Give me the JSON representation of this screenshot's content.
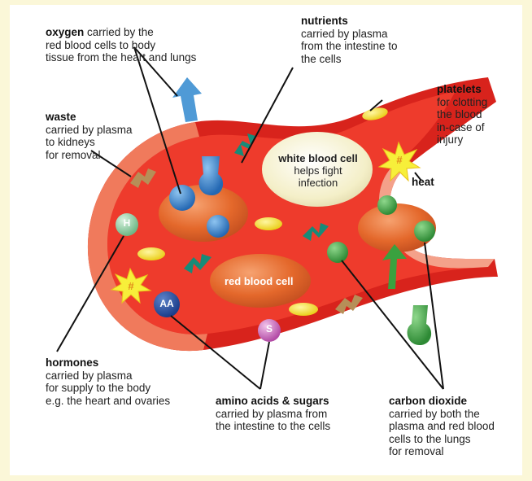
{
  "labels": {
    "oxygen": {
      "title": "oxygen",
      "rest": " carried by the",
      "lines": [
        "red blood cells to body",
        "tissue from the heart and lungs"
      ]
    },
    "nutrients": {
      "title": "nutrients",
      "lines": [
        "carried by plasma",
        "from the intestine to",
        "the cells"
      ]
    },
    "platelets": {
      "title": "platelets",
      "lines": [
        "for clotting",
        "the blood",
        "in-case of",
        "injury"
      ]
    },
    "waste": {
      "title": "waste",
      "lines": [
        "carried by plasma",
        "to kidneys",
        "for removal"
      ]
    },
    "white_blood_cell": {
      "title": "white blood cell",
      "lines": [
        "helps fight",
        "infection"
      ]
    },
    "heat": {
      "title": "heat"
    },
    "red_blood_cell": {
      "title": "red blood cell"
    },
    "hormones": {
      "title": "hormones",
      "lines": [
        "carried by plasma",
        "for supply to the body",
        "e.g. the heart and ovaries"
      ]
    },
    "amino": {
      "title": "amino acids & sugars",
      "lines": [
        "carried by plasma from",
        "the intestine to the cells"
      ]
    },
    "co2": {
      "title": "carbon dioxide",
      "lines": [
        "carried by both the",
        "plasma and red blood",
        "cells to the lungs",
        "for removal"
      ]
    }
  },
  "markers": {
    "hormone": "H",
    "amino": "AA",
    "sugar": "S",
    "heat_symbol": "#"
  },
  "colors": {
    "vessel_outer": "#d8231c",
    "vessel_inner": "#e8372a",
    "rbc": "#e86a2c",
    "wbc": "#f6f1cf",
    "platelet": "#f2de2a",
    "oxygen": "#3d8fd1",
    "nutrient": "#1a8f7a",
    "waste": "#b8935a",
    "co2": "#3aa13f"
  }
}
